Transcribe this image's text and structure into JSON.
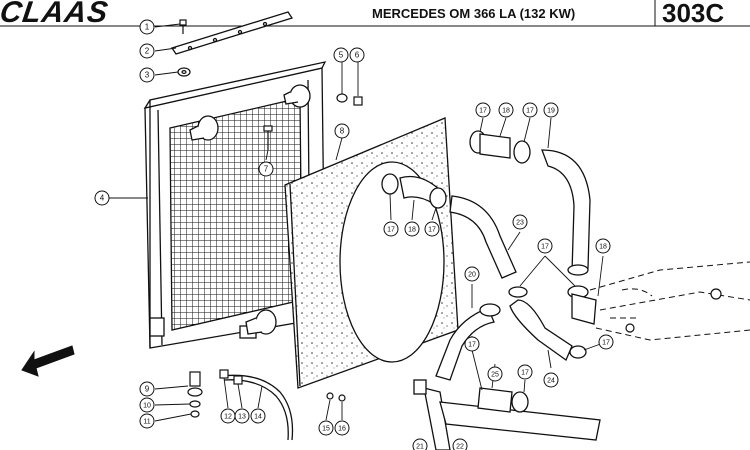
{
  "header": {
    "brand": "CLAAS",
    "title": "MERCEDES OM 366 LA (132 KW)",
    "page_number": "303C"
  },
  "callouts": [
    "1",
    "2",
    "3",
    "4",
    "5",
    "6",
    "7",
    "8",
    "9",
    "10",
    "11",
    "12",
    "13",
    "14",
    "15",
    "16",
    "17",
    "18",
    "19",
    "20",
    "21",
    "22",
    "23",
    "24",
    "25"
  ],
  "colors": {
    "ink": "#111111",
    "paper": "#ffffff"
  }
}
